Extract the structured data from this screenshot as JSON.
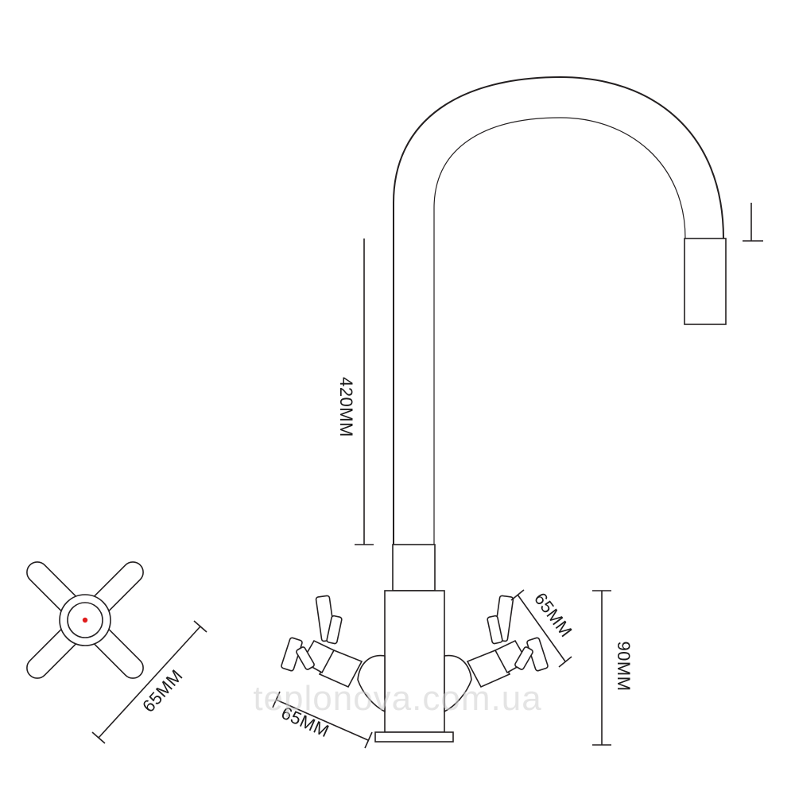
{
  "drawing": {
    "dimensions": {
      "spout_height": "420MM",
      "body_height": "90MM",
      "handle_span_right": "65MM",
      "handle_span_left": "65MM",
      "handle_top_view": "65MM"
    },
    "watermark": "teplonova.com.ua",
    "colors": {
      "line": "#231f20",
      "hot_indicator": "#e01e1e",
      "watermark": "#cfcfcf"
    }
  }
}
